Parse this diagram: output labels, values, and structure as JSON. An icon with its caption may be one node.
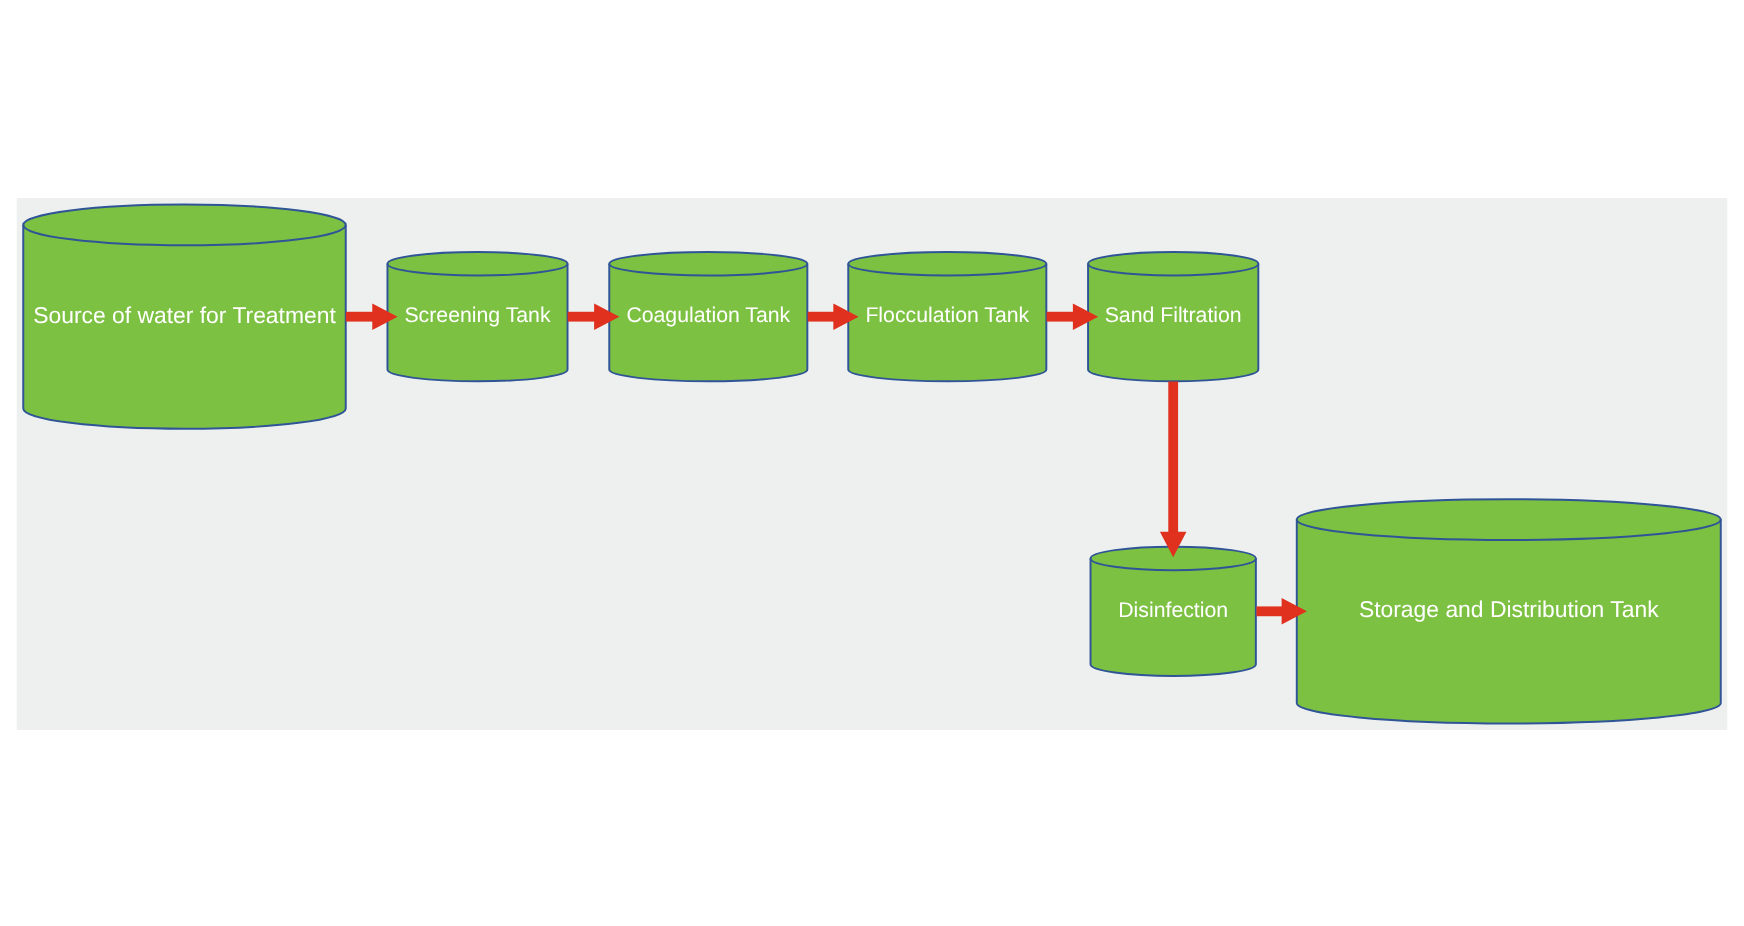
{
  "diagram": {
    "nodes": [
      {
        "text": [
          "Source of water for Treatment"
        ]
      },
      {
        "text": [
          "Screening Tank"
        ]
      },
      {
        "text": [
          "Coagulation Tank"
        ]
      },
      {
        "text": [
          "Flocculation Tank"
        ]
      },
      {
        "text": [
          "Sand Filtration"
        ]
      },
      {
        "text": [
          "Disinfection"
        ]
      },
      {
        "text": [
          "Storage and Distribution Tank"
        ]
      }
    ],
    "edges": [
      {
        "from": 0,
        "to": 1,
        "arrow": "to"
      },
      {
        "from": 1,
        "to": 2,
        "arrow": "to"
      },
      {
        "from": 2,
        "to": 3,
        "arrow": "to"
      },
      {
        "from": 3,
        "to": 4,
        "arrow": "to"
      },
      {
        "from": 4,
        "to": 5,
        "arrow": "to"
      },
      {
        "from": 5,
        "to": 6,
        "arrow": "to"
      }
    ]
  }
}
